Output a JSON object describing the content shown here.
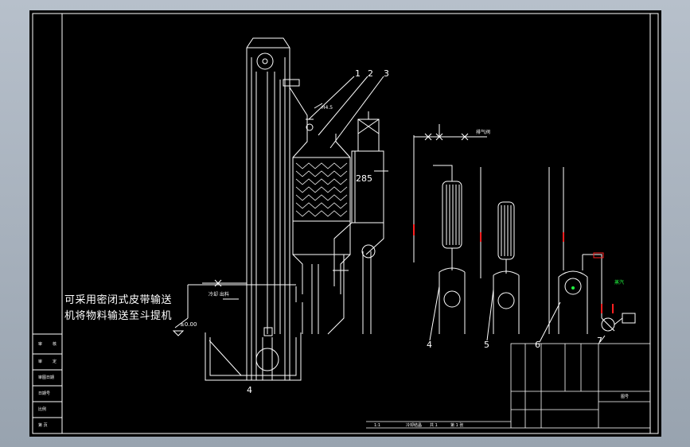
{
  "drawing": {
    "note_lines": [
      "可采用密闭式皮带输送",
      "机将物料输送至斗提机"
    ],
    "elevation_label": "±0.00",
    "leader_numbers": [
      "1",
      "2",
      "3",
      "4",
      "4",
      "5",
      "6",
      "7"
    ],
    "dimension_label": "285",
    "small_label": "H4.5",
    "valve_label": "排气阀",
    "discharge_label": "冷却 出料",
    "steam_label": "蒸汽",
    "title_block_left": [
      "审",
      "核",
      "审",
      "定",
      "审图日期",
      "日期号",
      "比例",
      "第 页"
    ],
    "footer_labels": [
      "1:1",
      "冷却结晶",
      "共 1",
      "第 1 张",
      "图号"
    ]
  },
  "colors": {
    "sheet": "#000000",
    "line": "#ffffff",
    "accent_red": "#ff2020",
    "accent_green": "#20ff40"
  }
}
